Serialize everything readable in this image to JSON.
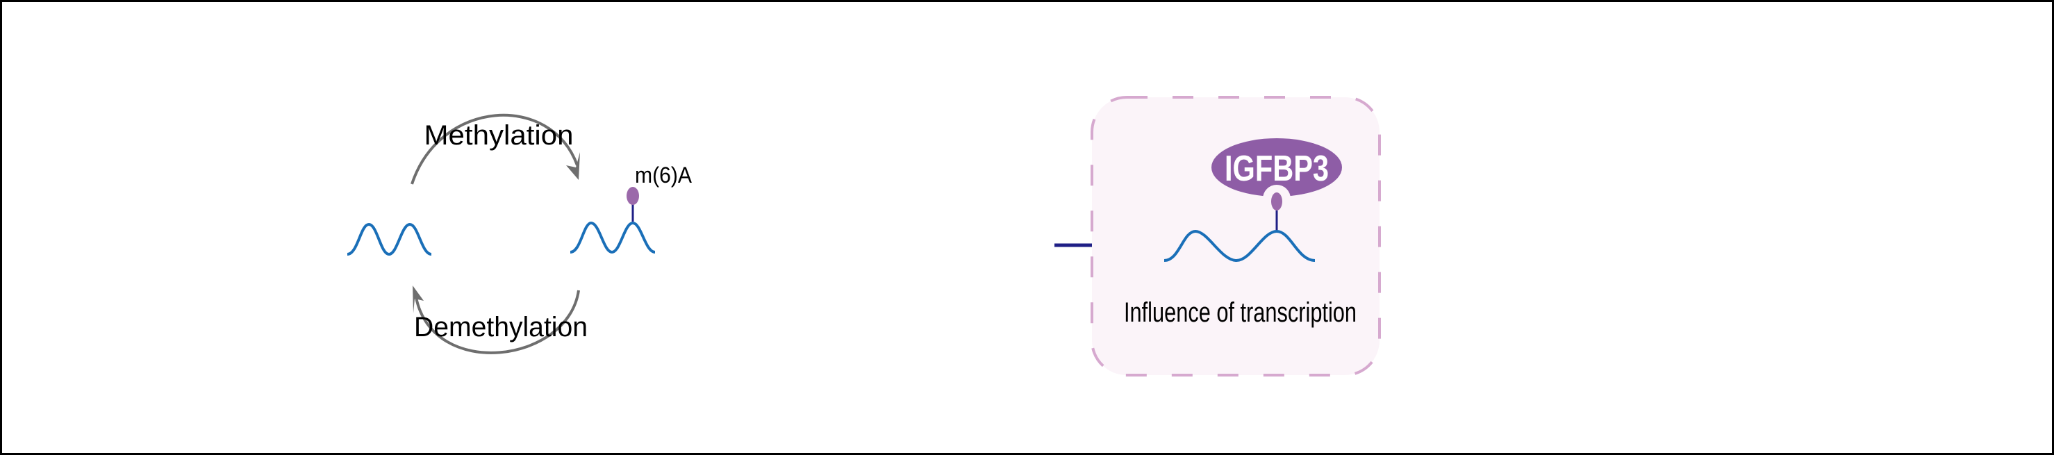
{
  "labels": {
    "methylation": "Methylation",
    "demethylation": "Demethylation",
    "modification": "m(6)A",
    "protein": "IGFBP3",
    "outcome": "Influence of transcription"
  },
  "colors": {
    "rna": "#1a6fb8",
    "arc": "#6e6e6e",
    "arrow": "#1f1f86",
    "methyl_mark": "#9b69aa",
    "protein": "#8e5da6",
    "box_fill": "#fbf4f9",
    "box_border": "#d6a9cf"
  }
}
